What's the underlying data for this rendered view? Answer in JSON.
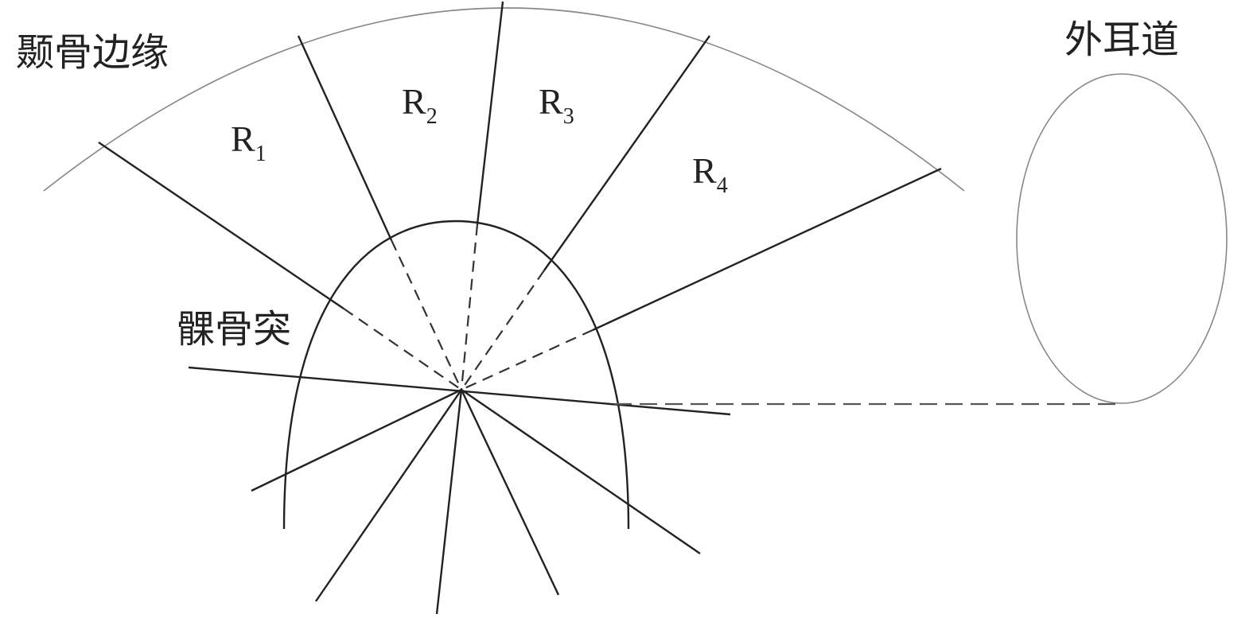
{
  "labels": {
    "temporal_bone_edge": "颞骨边缘",
    "external_auditory_canal": "外耳道",
    "condyle": "髁骨突"
  },
  "regions": [
    {
      "letter": "R",
      "sub": "1"
    },
    {
      "letter": "R",
      "sub": "2"
    },
    {
      "letter": "R",
      "sub": "3"
    },
    {
      "letter": "R",
      "sub": "4"
    }
  ],
  "colors": {
    "line": "#222222",
    "arc": "#888888",
    "background": "#ffffff"
  }
}
